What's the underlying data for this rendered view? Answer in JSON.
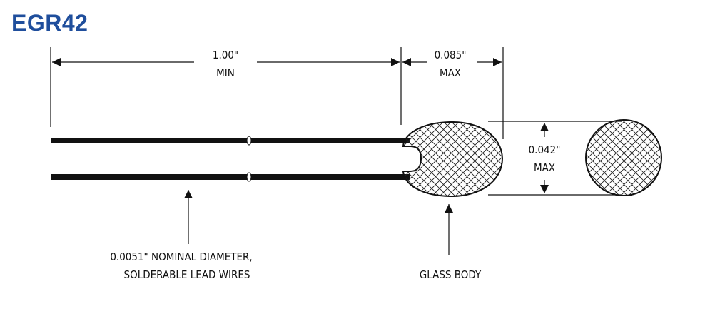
{
  "title": "EGR42",
  "dimensions": {
    "lead_length": {
      "value": "1.00\"",
      "qualifier": "MIN"
    },
    "body_length": {
      "value": "0.085\"",
      "qualifier": "MAX"
    },
    "body_diameter": {
      "value": "0.042\"",
      "qualifier": "MAX"
    }
  },
  "callouts": {
    "lead_wires": {
      "line1": "0.0051\" NOMINAL DIAMETER,",
      "line2": "SOLDERABLE LEAD WIRES"
    },
    "glass_body": {
      "text": "GLASS BODY"
    }
  },
  "colors": {
    "title": "#1f4e9c",
    "line": "#111111"
  }
}
